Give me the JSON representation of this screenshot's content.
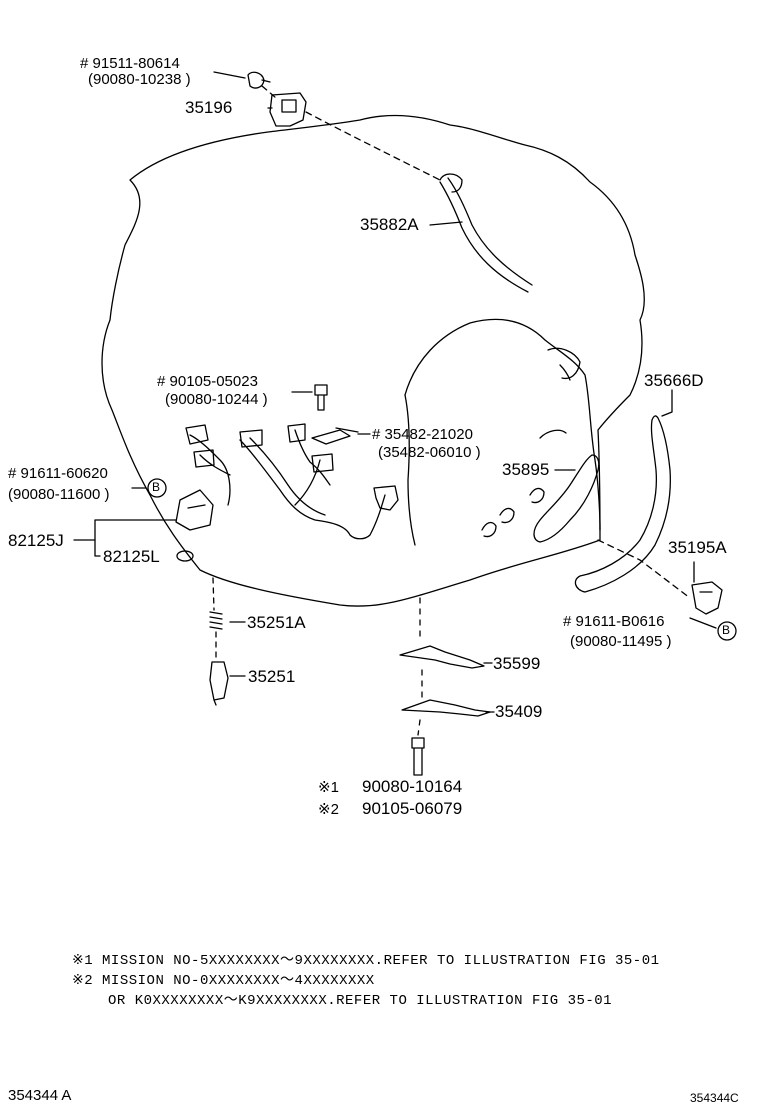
{
  "callouts": {
    "p1_main": "# 91511-80614",
    "p1_alt": "(90080-10238  )",
    "p35196": "35196",
    "p35882a": "35882A",
    "p90105_main": "# 90105-05023",
    "p90105_alt": "(90080-10244 )",
    "p35482_main": "# 35482-21020",
    "p35482_alt": "(35482-06010   )",
    "p35666d": "35666D",
    "p35895": "35895",
    "p91611_main": "# 91611-60620",
    "p91611_alt": "(90080-11600  )",
    "p82125j": "82125J",
    "p82125l": "82125L",
    "p35195a": "35195A",
    "p91611b_main": "# 91611-B0616",
    "p91611b_alt": "(90080-11495  )",
    "p35251a": "35251A",
    "p35251": "35251",
    "p35599": "35599",
    "p35409": "35409",
    "ref1_mark": "※1",
    "ref1_part": "90080-10164",
    "ref2_mark": "※2",
    "ref2_part": "90105-06079",
    "circle_b1": "B",
    "circle_b2": "B"
  },
  "notes": {
    "line1": "※1 MISSION NO-5XXXXXXXX〜9XXXXXXXX.REFER TO ILLUSTRATION FIG 35-01",
    "line2": "※2 MISSION NO-0XXXXXXXX〜4XXXXXXXX",
    "line3": "OR K0XXXXXXXX〜K9XXXXXXXX.REFER TO ILLUSTRATION FIG 35-01"
  },
  "footer": {
    "left_code": "354344 A",
    "right_code": "354344C"
  }
}
